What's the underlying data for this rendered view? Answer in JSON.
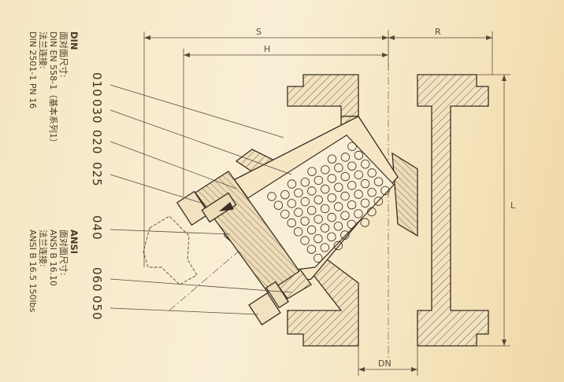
{
  "dimensions": {
    "s": "S",
    "r": "R",
    "h": "H",
    "l": "L",
    "dn": "DN"
  },
  "part_numbers": [
    "010",
    "030",
    "020",
    "025",
    "040",
    "060",
    "050"
  ],
  "din_block": {
    "heading": "DIN",
    "face_label": "面对面尺寸:",
    "face_value": "DIN EN 558-1（基本系列1）",
    "flange_label": "法兰连接:",
    "flange_value": "DIN 2501-1 PN 16"
  },
  "ansi_block": {
    "heading": "ANSI",
    "face_label": "面对面尺寸:",
    "face_value": "ANSI B 16.10",
    "flange_label": "法兰连接:",
    "flange_value": "ANSI B 16.5 150lbs"
  },
  "colors": {
    "line": "#3a2e24",
    "hatch": "#6b5a48",
    "background": "#f6e6c2"
  }
}
